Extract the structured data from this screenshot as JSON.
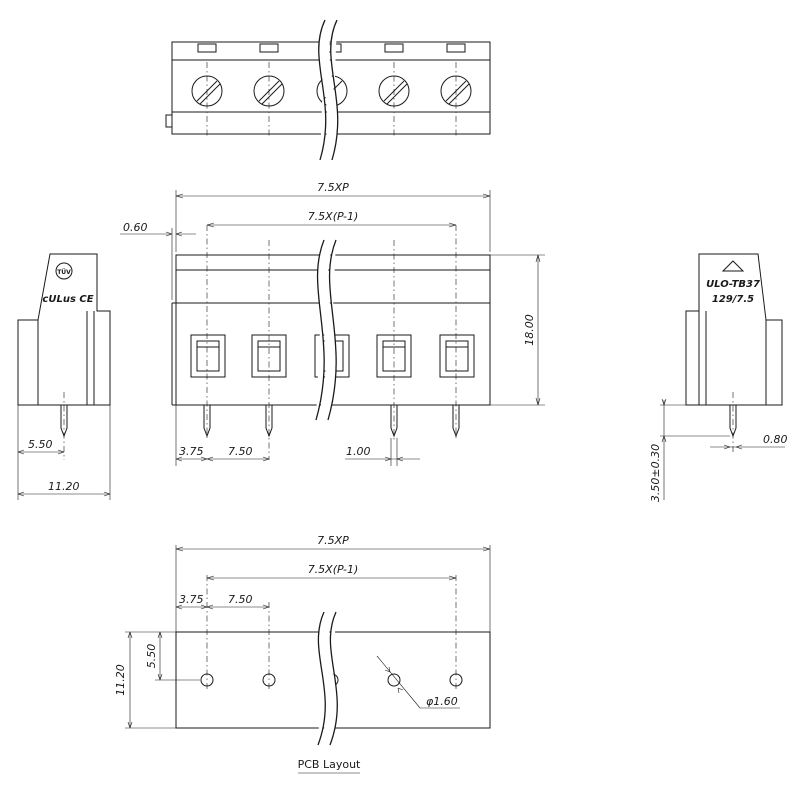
{
  "dimensions": {
    "overall_length": "7.5XP",
    "pin_span": "7.5X(P-1)",
    "offset_060": "0.60",
    "height_1800": "18.00",
    "edge_375": "3.75",
    "pitch_750": "7.50",
    "pin_width_100": "1.00",
    "pin_offset_550": "5.50",
    "depth_1120": "11.20",
    "pin_length": "3.50±0.30",
    "pin_thick_080": "0.80",
    "hole_diameter": "φ1.60"
  },
  "markings": {
    "tuv_logo": "TÜV",
    "ul_ce_logo": "cULus CE",
    "model": "ULO-TB37",
    "series": "129/7.5"
  },
  "captions": {
    "pcb_layout": "PCB Layout"
  }
}
